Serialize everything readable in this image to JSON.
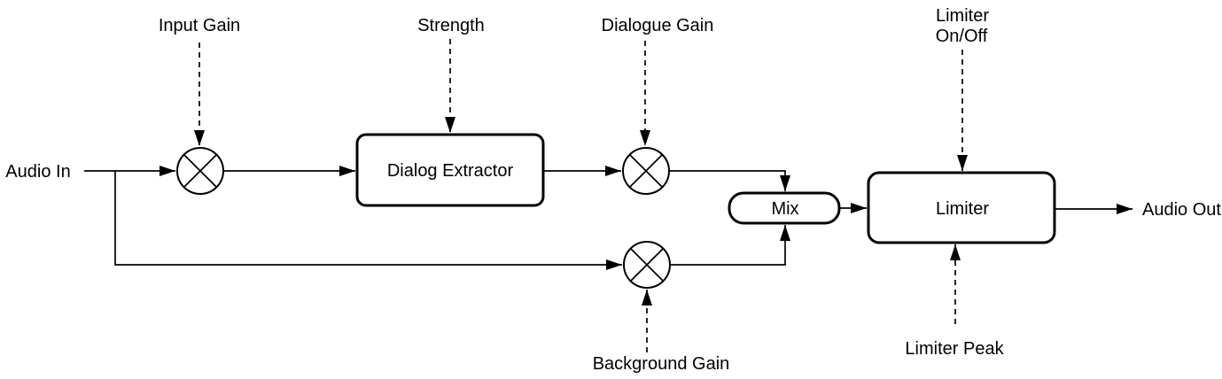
{
  "diagram": {
    "type": "audio-signal-flow-block-diagram",
    "background_color": "#ffffff",
    "line_color": "#000000",
    "text_color": "#000000",
    "io": {
      "input_label": "Audio In",
      "output_label": "Audio Out"
    },
    "blocks": {
      "dialog_extractor": "Dialog Extractor",
      "mix": "Mix",
      "limiter": "Limiter"
    },
    "parameters": {
      "input_gain": "Input Gain",
      "strength": "Strength",
      "dialogue_gain": "Dialogue Gain",
      "background_gain": "Background Gain",
      "limiter_on_off": {
        "line1": "Limiter",
        "line2": "On/Off"
      },
      "limiter_peak": "Limiter Peak"
    },
    "multiplier_symbol": "circle-with-x-multiplier",
    "signal_flow": [
      "Audio In -> input-gain multiplier",
      "input-gain multiplier -> Dialog Extractor",
      "Dialog Extractor -> dialogue-gain multiplier",
      "dialogue-gain multiplier -> Mix (top input)",
      "Audio In branch -> background-gain multiplier",
      "background-gain multiplier -> Mix (bottom input)",
      "Mix -> Limiter",
      "Limiter -> Audio Out",
      "Input Gain (dashed control) -> input-gain multiplier",
      "Strength (dashed control) -> Dialog Extractor",
      "Dialogue Gain (dashed control) -> dialogue-gain multiplier",
      "Background Gain (dashed control) -> background-gain multiplier",
      "Limiter On/Off (dashed control) -> Limiter",
      "Limiter Peak (dashed control) -> Limiter"
    ]
  }
}
